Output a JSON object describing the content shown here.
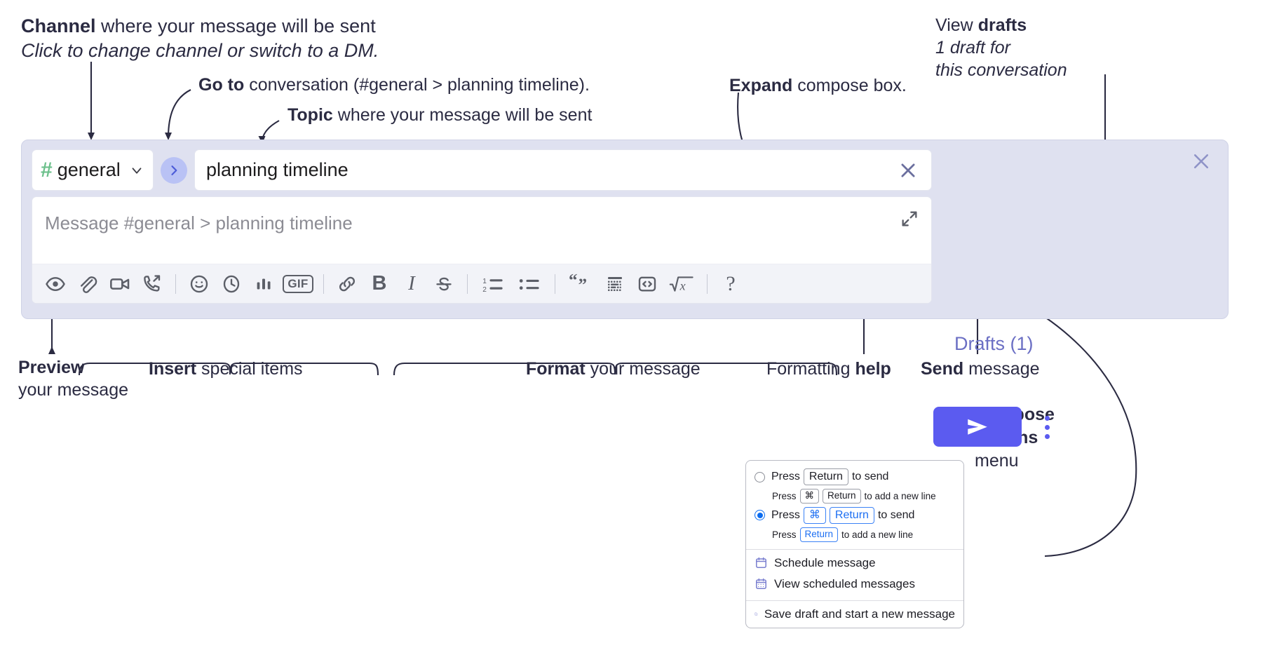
{
  "annotations": {
    "channel": {
      "bold": "Channel",
      "rest": " where your message will be sent",
      "italic": "Click to change channel or switch to a DM."
    },
    "goto": {
      "bold": "Go to",
      "rest": " conversation (#general > planning timeline)."
    },
    "topic": {
      "bold": "Topic",
      "rest": " where your message will be sent"
    },
    "expand": {
      "bold": "Expand",
      "rest": " compose box."
    },
    "drafts": {
      "plain": "View ",
      "bold": "drafts",
      "italic1": "1 draft for",
      "italic2": "this conversation"
    },
    "preview": {
      "bold": "Preview",
      "line2": "your message"
    },
    "insert": {
      "bold": "Insert",
      "rest": " special items"
    },
    "format": {
      "bold": "Format",
      "rest": " your message"
    },
    "help": {
      "plain": "Formatting ",
      "bold": "help"
    },
    "send": {
      "bold": "Send",
      "rest": " message"
    },
    "compose": {
      "bold1": "Compose",
      "bold2": "options",
      "rest": "menu"
    }
  },
  "compose": {
    "channel": {
      "hash": "#",
      "name": "general",
      "caret_icon": "chevron-down-icon"
    },
    "goto_icon": "chevron-right-icon",
    "topic": {
      "value": "planning timeline",
      "clear_icon": "close-icon"
    },
    "message": {
      "placeholder": "Message #general > planning timeline",
      "value": "",
      "expand_icon": "expand-icon"
    },
    "panel_close_icon": "close-icon",
    "toolbar": [
      {
        "name": "preview-button",
        "icon": "eye-icon",
        "label": "Preview"
      },
      {
        "name": "attach-button",
        "icon": "paperclip-icon",
        "label": "Attach"
      },
      {
        "name": "video-button",
        "icon": "video-camera-icon",
        "label": "Video clip"
      },
      {
        "name": "audio-button",
        "icon": "phone-forward-icon",
        "label": "Audio clip"
      },
      {
        "name": "separator-1",
        "icon": "separator",
        "label": ""
      },
      {
        "name": "emoji-button",
        "icon": "smiley-icon",
        "label": "Emoji"
      },
      {
        "name": "reminder-button",
        "icon": "clock-icon",
        "label": "Reminder"
      },
      {
        "name": "poll-button",
        "icon": "bar-chart-icon",
        "label": "Poll"
      },
      {
        "name": "gif-button",
        "icon": "gif-icon",
        "label": "GIF"
      },
      {
        "name": "separator-2",
        "icon": "separator",
        "label": ""
      },
      {
        "name": "link-button",
        "icon": "link-icon",
        "label": "Link"
      },
      {
        "name": "bold-button",
        "icon": "bold-icon",
        "label": "B"
      },
      {
        "name": "italic-button",
        "icon": "italic-icon",
        "label": "I"
      },
      {
        "name": "strikethrough-button",
        "icon": "strikethrough-icon",
        "label": "S"
      },
      {
        "name": "separator-3",
        "icon": "separator",
        "label": ""
      },
      {
        "name": "ordered-list-button",
        "icon": "ordered-list-icon",
        "label": "Ordered list"
      },
      {
        "name": "bullet-list-button",
        "icon": "bullet-list-icon",
        "label": "Bulleted list"
      },
      {
        "name": "separator-4",
        "icon": "separator",
        "label": ""
      },
      {
        "name": "blockquote-button",
        "icon": "quote-icon",
        "label": "Blockquote"
      },
      {
        "name": "code-block-button",
        "icon": "code-block-icon",
        "label": "Code block"
      },
      {
        "name": "code-button",
        "icon": "code-icon",
        "label": "Code"
      },
      {
        "name": "math-button",
        "icon": "square-root-icon",
        "label": "Math"
      },
      {
        "name": "separator-5",
        "icon": "separator",
        "label": ""
      },
      {
        "name": "formatting-help-button",
        "icon": "question-mark-icon",
        "label": "?"
      }
    ],
    "drafts_label": "Drafts (1)",
    "send_icon": "send-paper-plane-icon",
    "kebab_icon": "more-options-icon"
  },
  "menu": {
    "option1": {
      "selected": false,
      "prefix": "Press",
      "key": "Return",
      "suffix": "to send",
      "sub_prefix": "Press",
      "sub_key1": "⌘",
      "sub_key2": "Return",
      "sub_suffix": "to add a new line"
    },
    "option2": {
      "selected": true,
      "prefix": "Press",
      "key1": "⌘",
      "key2": "Return",
      "suffix": "to send",
      "sub_prefix": "Press",
      "sub_key": "Return",
      "sub_suffix": "to add a new line"
    },
    "items": [
      {
        "icon": "calendar-icon",
        "label": "Schedule message"
      },
      {
        "icon": "calendar-grid-icon",
        "label": "View scheduled messages"
      },
      {
        "icon": "save-draft-icon",
        "label": "Save draft and start a new message"
      }
    ]
  },
  "colors": {
    "panel_bg": "#dfe1f0",
    "accent_send": "#5b5bf0",
    "channel_hash_green": "#6cc08b",
    "drafts_text": "#6b6fc4",
    "goto_circle": "#b9c2f5",
    "radio_blue": "#0b6cf0"
  }
}
